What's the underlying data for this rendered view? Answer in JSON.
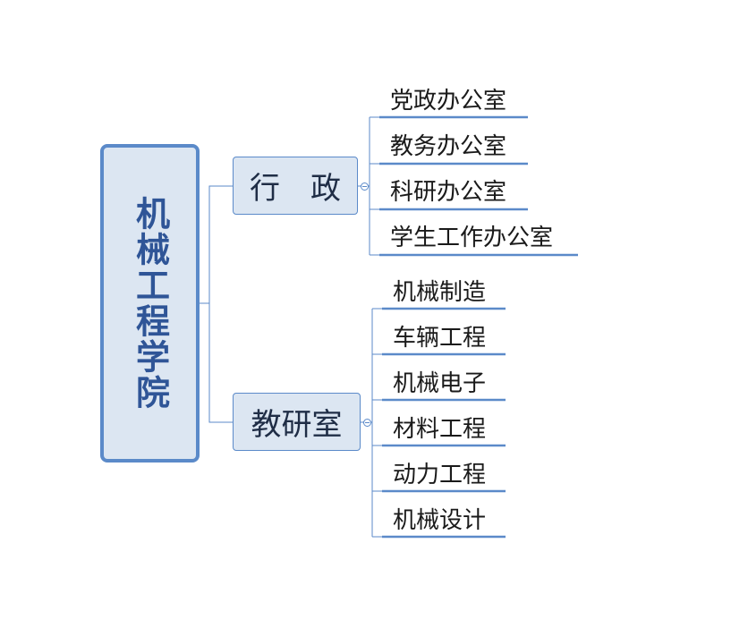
{
  "root": {
    "label": "机械工程学院"
  },
  "branches": [
    {
      "label": "行　政",
      "children": [
        "党政办公室",
        "教务办公室",
        "科研办公室",
        "学生工作办公室"
      ]
    },
    {
      "label": "教研室",
      "children": [
        "机械制造",
        "车辆工程",
        "机械电子",
        "材料工程",
        "动力工程",
        "机械设计"
      ]
    }
  ],
  "colors": {
    "node_fill": "#dce6f2",
    "node_border": "#5b8ac9",
    "root_text": "#2f5597",
    "connector": "#5b8ac9"
  }
}
